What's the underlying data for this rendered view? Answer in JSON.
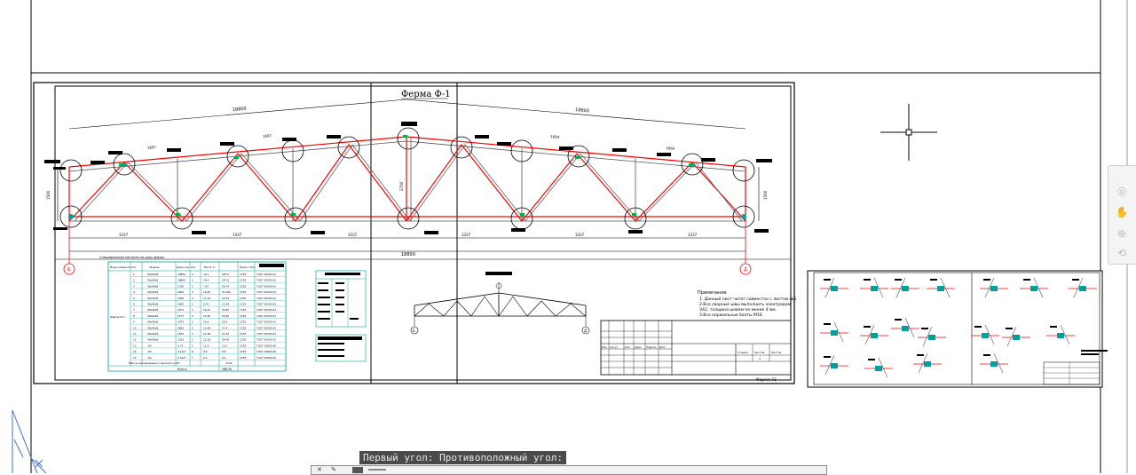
{
  "drawing": {
    "title": "Ферма Ф-1",
    "dims": {
      "top_span_left": "18800",
      "top_span_right": "18800",
      "panel": "1667",
      "panel_right": "1664",
      "height_left": "1500",
      "height_right": "1500",
      "bottom_seg": "3337",
      "total": "18800",
      "mid_h": "2700"
    },
    "axis_left": "Б",
    "axis_right": "Д",
    "spec_title": "Спецификация металла на одну ферму",
    "spec_headers": [
      "Марка элемента",
      "Поз.",
      "Сечение",
      "Длина, мм",
      "Кол.",
      "Масса, кг",
      "Марка стали"
    ],
    "spec_rows": [
      [
        "1",
        "90х90х8",
        "18800",
        "2",
        "79,4",
        "297,6",
        "С255",
        "ГОСТ 30245-03"
      ],
      [
        "2",
        "90х90х8",
        "18800",
        "2",
        "79,4",
        "297,6",
        "С255",
        "ГОСТ 30245-03"
      ],
      [
        "3",
        "90х90х8",
        "1750",
        "2",
        "7,67",
        "30,74",
        "С255",
        "ГОСТ 30245-03"
      ],
      [
        "4",
        "90х90х8",
        "2650",
        "2",
        "16,20",
        "32,406",
        "С255",
        "ГОСТ 30245-03"
      ],
      [
        "5",
        "90х90х8",
        "2180",
        "2",
        "11,16",
        "22,35",
        "С255",
        "ГОСТ 30245-03"
      ],
      [
        "6",
        "90х90х8",
        "1600",
        "2",
        "6,70",
        "13,39",
        "С255",
        "ГОСТ 30245-03"
      ],
      [
        "7",
        "90х90х8",
        "2972",
        "2",
        "16,44",
        "34,85",
        "С255",
        "ГОСТ 30245-03"
      ],
      [
        "8",
        "90х90х8",
        "2377",
        "2",
        "12,40",
        "24,80",
        "С255",
        "ГОСТ 30245-03"
      ],
      [
        "9",
        "90х90х8",
        "2972",
        "2",
        "15,6",
        "22,6",
        "С255",
        "ГОСТ 30245-03"
      ],
      [
        "10",
        "90х90х8",
        "2850",
        "2",
        "13,46",
        "27,4",
        "С255",
        "ГОСТ 30245-03"
      ],
      [
        "11",
        "90х90х8",
        "2503",
        "2",
        "12,38",
        "27,63",
        "С255",
        "ГОСТ 30245-03"
      ],
      [
        "12",
        "90х90х8",
        "2313",
        "1",
        "12,28",
        "24,40",
        "С255",
        "ГОСТ 30245-03"
      ],
      [
        "13",
        "-80",
        "0,75",
        "1",
        "11,9",
        "11,9",
        "С255",
        "ГОСТ 19903-90"
      ],
      [
        "14",
        "-80",
        "0,14м²",
        "8",
        "8,8",
        "8,8",
        "С255",
        "ГОСТ 19903-90"
      ],
      [
        "15",
        "-80",
        "0,10м²",
        "1",
        "6,4",
        "6,4",
        "С255",
        "ГОСТ 19903-90"
      ]
    ],
    "spec_group": "Ферма Ф-1",
    "spec_weld": "Масса наплавленного металла 1,5%",
    "spec_weld_val": "8,61",
    "spec_total_label": "Итого:",
    "spec_total_val": "588,30",
    "notes_title": "Примечание",
    "notes": [
      "1. Данный лист читат совместно с листом №5",
      "2.Все сварные швы выполнить электродом",
      "Э42, толщина шовом не менее 4 мм.",
      "3.Все нормальные болты М16."
    ],
    "format_label": "Формат А3",
    "stamp_labels": [
      "Изм.",
      "Кол.уч",
      "Лист",
      "№док.",
      "Подпись",
      "Дата"
    ],
    "stamp_right": [
      "Стадия",
      "Листов",
      "Листов"
    ],
    "stamp_sheet": "4"
  },
  "command_line": {
    "history": "Первый угол: Противоположный угол:",
    "close_glyph": "✕",
    "wrench_glyph": "✎"
  },
  "colors": {
    "red": "#ff0000",
    "green": "#00b050",
    "cyan": "#00a0a0",
    "blue": "#4472c4",
    "magenta": "#a000a0"
  }
}
